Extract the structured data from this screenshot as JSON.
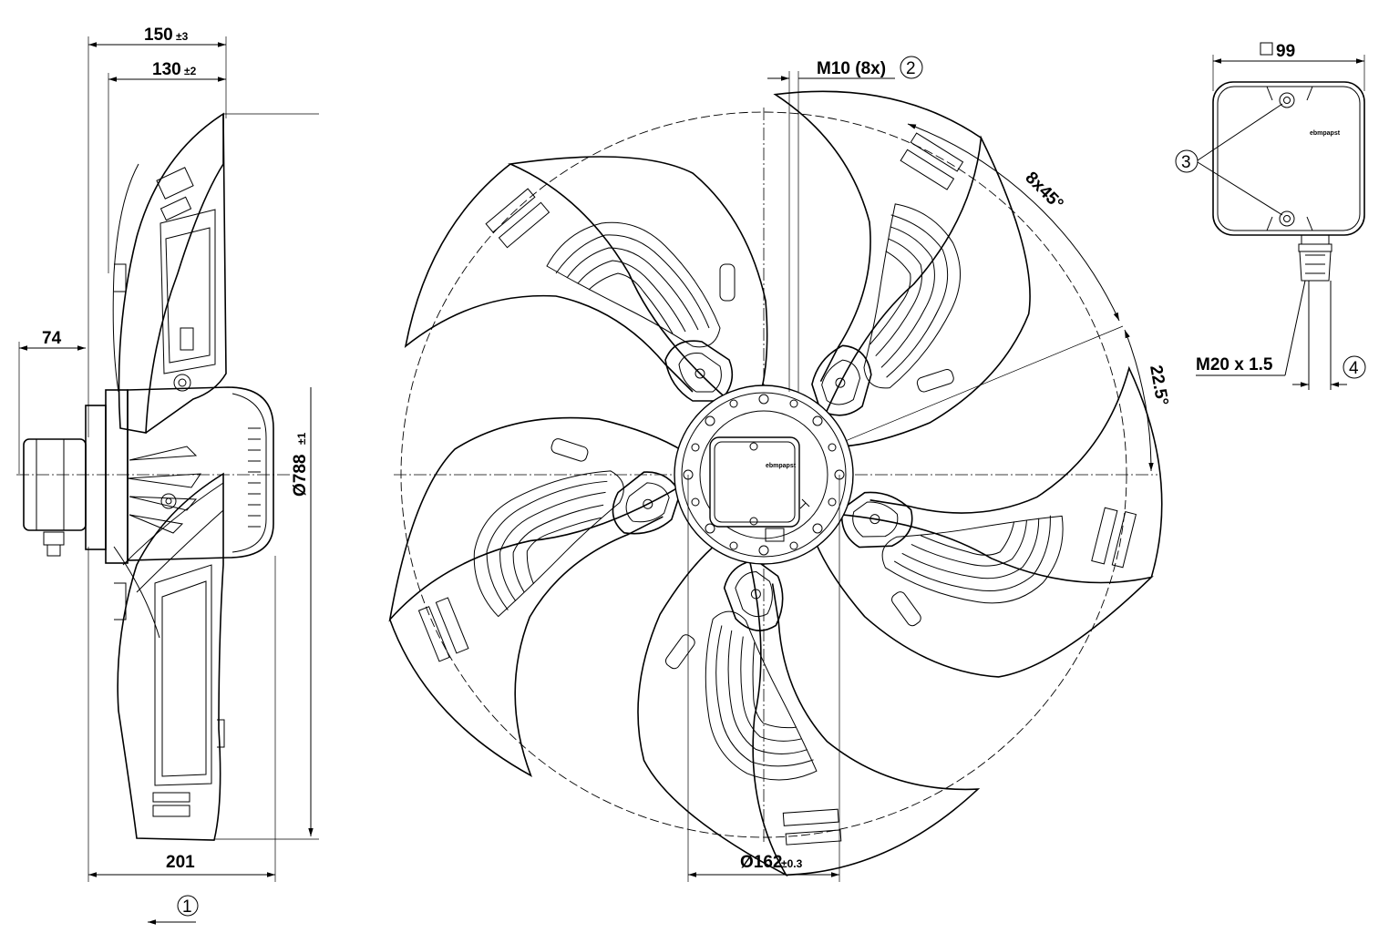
{
  "dimensions": {
    "width_150": "150",
    "tol_150": "±3",
    "width_130": "130",
    "tol_130": "±2",
    "offset_74": "74",
    "diameter_788": "Ø788",
    "tol_788": "±1",
    "width_201": "201",
    "thread_m10": "M10 (8x)",
    "angle_8x45": "8x45°",
    "angle_22_5": "22.5°",
    "diameter_162": "Ø162",
    "tol_162": "±0.3",
    "box_99": "99",
    "thread_m20": "M20 x 1.5"
  },
  "callouts": {
    "c1": "1",
    "c2": "2",
    "c3": "3",
    "c4": "4"
  },
  "brand_logo": "ebmpapst"
}
